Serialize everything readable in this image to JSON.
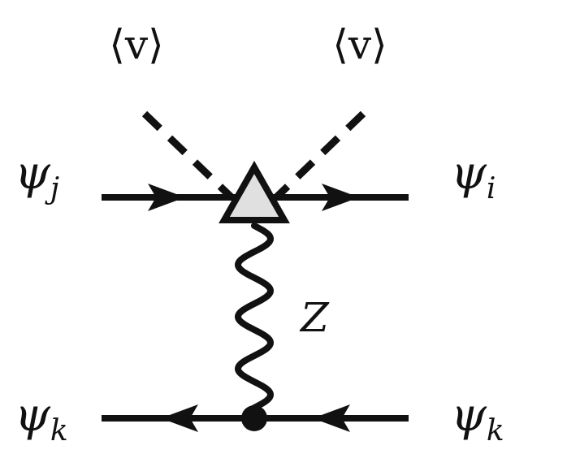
{
  "labels": {
    "vev_left": "⟨v⟩",
    "vev_right": "⟨v⟩",
    "psi_j": {
      "base": "ψ",
      "sub": "j"
    },
    "psi_i": {
      "base": "ψ",
      "sub": "i"
    },
    "psi_k_left": {
      "base": "ψ",
      "sub": "k"
    },
    "psi_k_right": {
      "base": "ψ",
      "sub": "k"
    },
    "boson": "Z"
  },
  "colors": {
    "line": "#111111",
    "vertex_fill": "#e0e0e0",
    "background": "#ffffff"
  }
}
